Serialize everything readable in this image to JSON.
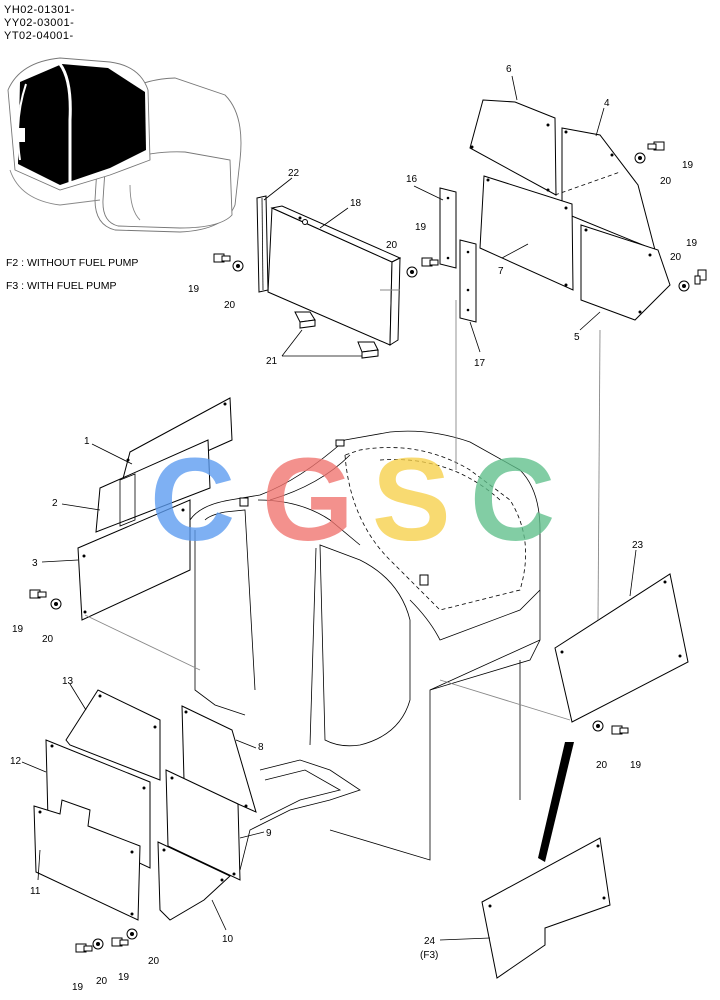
{
  "serials": [
    "YH02-01301-",
    "YY02-03001-",
    "YT02-04001-"
  ],
  "legend": [
    "F2 : WITHOUT FUEL PUMP",
    "F3 : WITH FUEL PUMP"
  ],
  "watermark": {
    "letters": [
      "C",
      "G",
      "S",
      "C"
    ],
    "colors": [
      "#5b9bf0",
      "#f0736e",
      "#f7d04a",
      "#5fbf8b"
    ]
  },
  "callouts": {
    "c1": "1",
    "c2": "2",
    "c3": "3",
    "c4": "4",
    "c5": "5",
    "c6": "6",
    "c7": "7",
    "c8": "8",
    "c9": "9",
    "c10": "10",
    "c11": "11",
    "c12": "12",
    "c13": "13",
    "c16": "16",
    "c17": "17",
    "c18": "18",
    "c19a": "19",
    "c19b": "19",
    "c19c": "19",
    "c19d": "19",
    "c19e": "19",
    "c19f": "19",
    "c19g": "19",
    "c19h": "19",
    "c20a": "20",
    "c20b": "20",
    "c20c": "20",
    "c20d": "20",
    "c20e": "20",
    "c20f": "20",
    "c20g": "20",
    "c20h": "20",
    "c21": "21",
    "c22": "22",
    "c23": "23",
    "c24": "24",
    "c24note": "(F3)"
  }
}
